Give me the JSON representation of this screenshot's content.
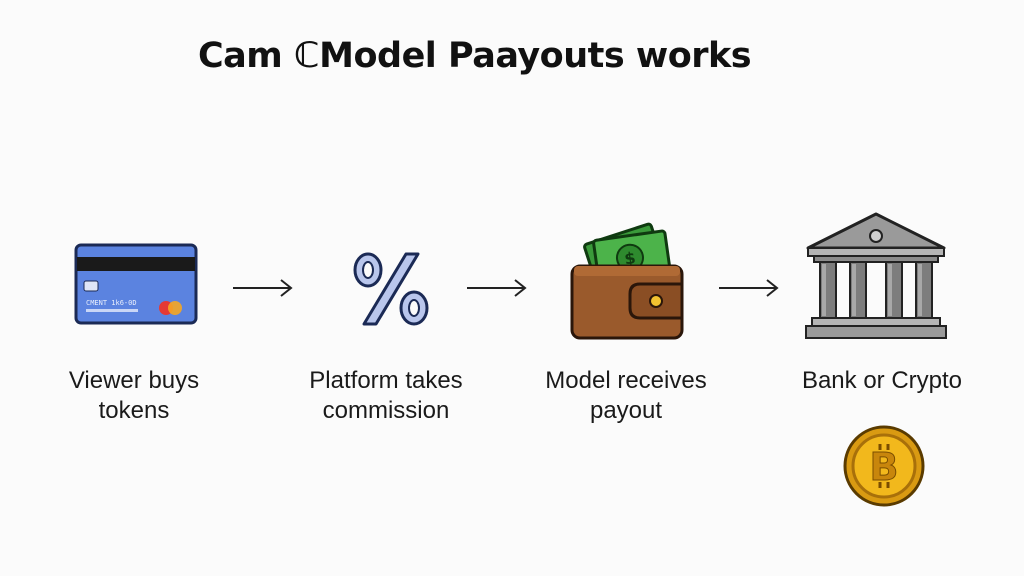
{
  "title": "Cam ℂModel Paayouts works",
  "steps": [
    {
      "icon": "credit-card-icon",
      "card_text": "CMENT 1k6-0D",
      "label_line1": "Viewer buys",
      "label_line2": "tokens"
    },
    {
      "icon": "percent-icon",
      "label_line1": "Platform takes",
      "label_line2": "commission"
    },
    {
      "icon": "wallet-cash-icon",
      "label_line1": "Model receives",
      "label_line2": "payout"
    },
    {
      "icon": "bank-icon",
      "label_line1": "Bank or Crypto",
      "label_line2": ""
    }
  ],
  "extra_icon": "bitcoin-coin-icon",
  "colors": {
    "card_blue": "#5b83e0",
    "percent_blue": "#b9c6ec",
    "wallet_brown": "#9a5a2c",
    "cash_green": "#3a9a3a",
    "bank_gray": "#8c8c8c",
    "coin_gold": "#f2b81c"
  }
}
